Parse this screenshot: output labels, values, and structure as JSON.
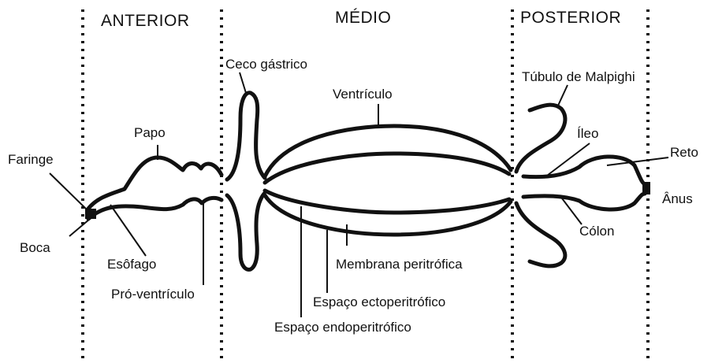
{
  "diagram": {
    "regions": {
      "anterior": "ANTERIOR",
      "medio": "MÉDIO",
      "posterior": "POSTERIOR"
    },
    "labels": {
      "faringe": "Faringe",
      "boca": "Boca",
      "papo": "Papo",
      "esofago": "Esôfago",
      "pro_ventriculo": "Pró-ventrículo",
      "ceco_gastrico": "Ceco gástrico",
      "ventriculo": "Ventrículo",
      "membrana_peritrofica": "Membrana peritrófica",
      "espaco_ectoperitrofico": "Espaço ectoperitrófico",
      "espaco_endoperitrofico": "Espaço endoperitrófico",
      "tubulo_malpighi": "Túbulo de Malpighi",
      "ileo": "Íleo",
      "reto": "Reto",
      "anus": "Ânus",
      "colon": "Cólon"
    }
  }
}
